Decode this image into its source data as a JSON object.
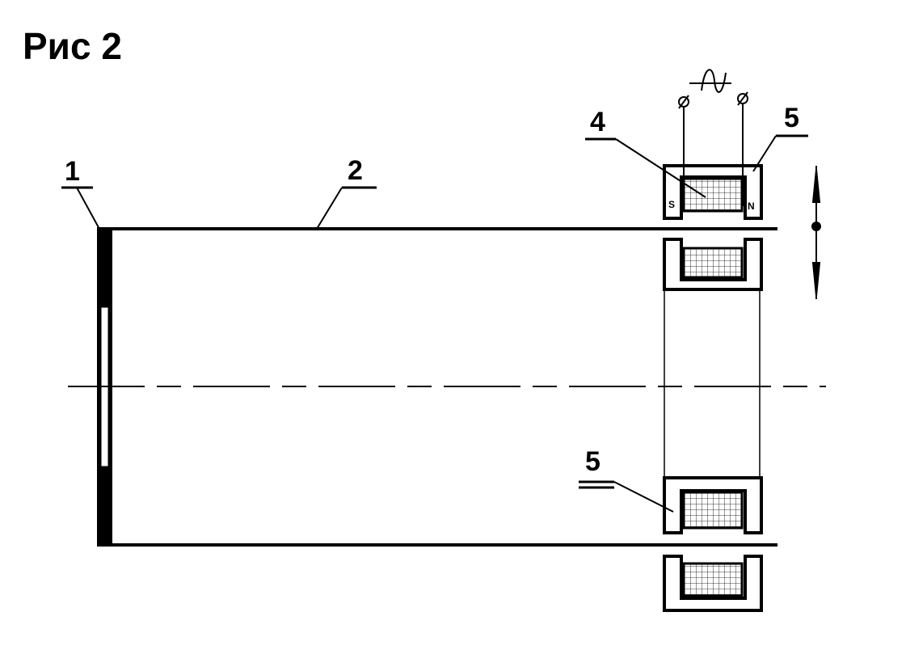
{
  "figure": {
    "title": "Рис 2"
  },
  "labels": {
    "label_1": "1",
    "label_2": "2",
    "label_4": "4",
    "label_5_top": "5",
    "label_5_bottom": "5"
  },
  "poles": {
    "south": "S",
    "north": "N"
  },
  "ac_symbol": "~",
  "colors": {
    "line": "#000000",
    "background": "#ffffff"
  }
}
